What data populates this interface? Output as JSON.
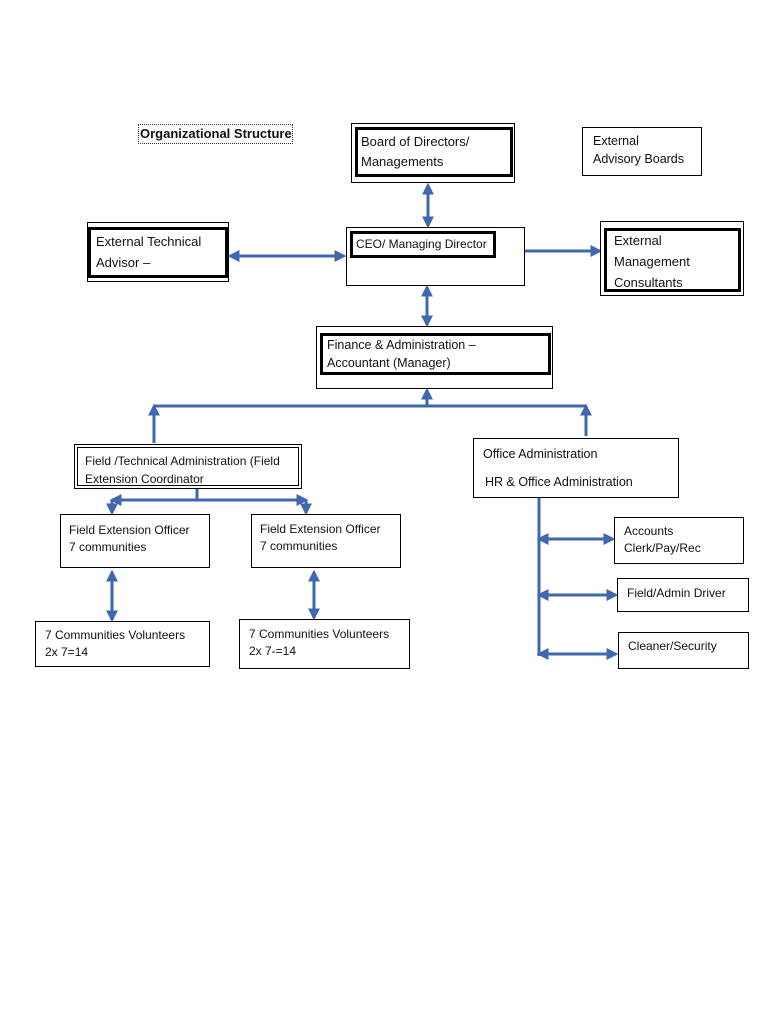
{
  "title": "Organizational Structure",
  "boxes": {
    "board": "Board of Directors/\nManagements",
    "external_advisory": "External\nAdvisory Boards",
    "external_technical": "External Technical\nAdvisor –",
    "ceo": "CEO/ Managing Director",
    "external_mgmt": "External\nManagement\nConsultants",
    "finance": "Finance  & Administration –\nAccountant (Manager)",
    "field_admin": "Field /Technical Administration (Field\nExtension Coordinator",
    "office_admin_line1": "Office  Administration",
    "office_admin_line2": "HR & Office Administration",
    "fo1": "Field  Extension Officer\n7 communities",
    "fo2": "Field  Extension Officer\n7 communities",
    "vol1": "7 Communities Volunteers\n2x 7=14",
    "vol2": "7 Communities Volunteers\n2x 7-=14",
    "accounts": "Accounts\nClerk/Pay/Rec",
    "driver": "Field/Admin Driver",
    "cleaner": "Cleaner/Security"
  },
  "colors": {
    "connector": "#4068b0",
    "border": "#000000"
  }
}
